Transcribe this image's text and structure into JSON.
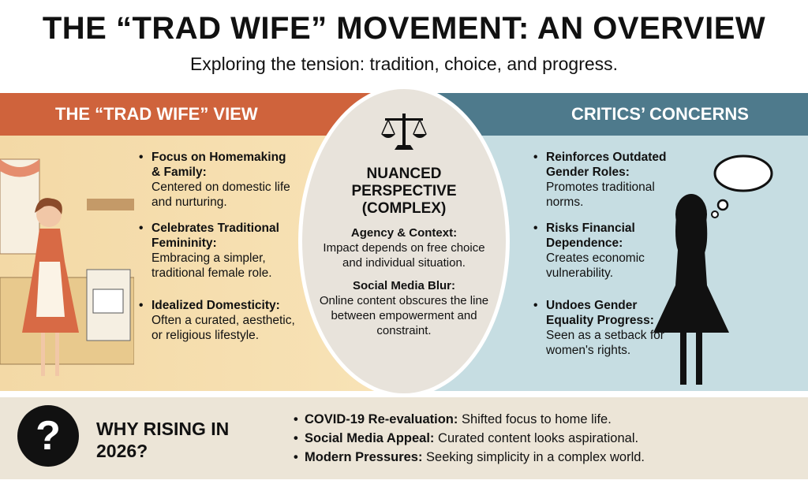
{
  "header": {
    "title": "THE “TRAD WIFE” MOVEMENT: AN OVERVIEW",
    "subtitle": "Exploring the tension: tradition, choice, and progress."
  },
  "left": {
    "heading": "THE “TRAD WIFE” VIEW",
    "items": [
      {
        "title": "Focus on Homemaking & Family:",
        "desc": "Centered on domestic life and nurturing."
      },
      {
        "title": "Celebrates Traditional Femininity:",
        "desc": "Embracing a simpler, traditional female role."
      },
      {
        "title": "Idealized Domesticity:",
        "desc": "Often a curated, aesthetic, or religious lifestyle."
      }
    ]
  },
  "center": {
    "heading": "NUANCED PERSPECTIVE (COMPLEX)",
    "items": [
      {
        "title": "Agency & Context:",
        "desc": "Impact depends on free choice and individual situation."
      },
      {
        "title": "Social Media Blur:",
        "desc": "Online content obscures the line between empowerment and constraint."
      }
    ]
  },
  "right": {
    "heading": "CRITICS’ CONCERNS",
    "items": [
      {
        "title": "Reinforces Outdated Gender Roles:",
        "desc": "Promotes traditional norms."
      },
      {
        "title": "Risks Financial Dependence:",
        "desc": "Creates economic vulnerability."
      },
      {
        "title": "Undoes Gender Equality Progress:",
        "desc": "Seen as a setback for women's rights."
      }
    ]
  },
  "bottom": {
    "question_mark": "?",
    "heading": "WHY RISING IN 2026?",
    "items": [
      {
        "title": "COVID-19 Re-evaluation:",
        "desc": " Shifted focus to home life."
      },
      {
        "title": "Social Media Appeal:",
        "desc": " Curated content looks aspirational."
      },
      {
        "title": "Modern Pressures:",
        "desc": " Seeking simplicity in a complex world."
      }
    ]
  },
  "colors": {
    "left_header": "#cf633c",
    "right_header": "#4e7a8c",
    "left_bg": "#f3d9a6",
    "right_bg": "#c6dde2",
    "center_bg": "#e8e3db",
    "bottom_bg": "#ece5d7"
  }
}
